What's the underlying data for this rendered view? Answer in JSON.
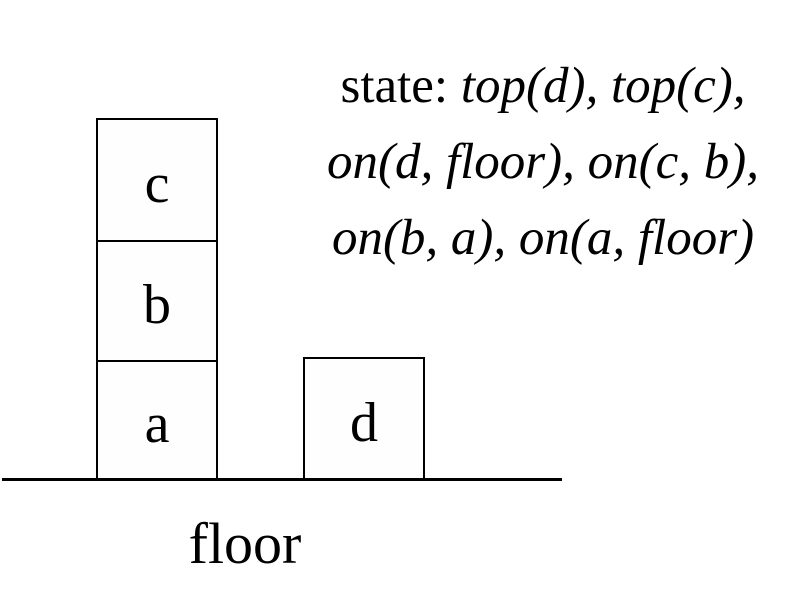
{
  "state": {
    "label": "state: ",
    "line1_predicates": "top(d), top(c),",
    "line2_predicates": "on(d, floor), on(c, b),",
    "line3_predicates": "on(b, a), on(a, floor)"
  },
  "blocks": [
    {
      "id": "c",
      "label": "c"
    },
    {
      "id": "b",
      "label": "b"
    },
    {
      "id": "a",
      "label": "a"
    },
    {
      "id": "d",
      "label": "d"
    }
  ],
  "floor": {
    "label": "floor"
  },
  "colors": {
    "ink": "#000000",
    "background": "#ffffff"
  }
}
